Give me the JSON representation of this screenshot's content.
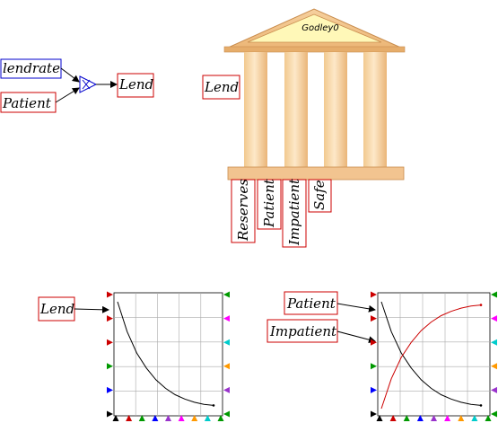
{
  "canvas": {
    "params": [
      {
        "name": "lendrate",
        "border": "#0000cc"
      },
      {
        "name": "Patient",
        "border": "#cc0000"
      }
    ],
    "multiply_op": {
      "symbol": "×"
    },
    "lend_output": "Lend",
    "godley": {
      "title": "Godley0",
      "side_variable": "Lend",
      "columns": [
        "Reserves",
        "Patient",
        "Impatient",
        "Safe"
      ]
    },
    "plot1": {
      "inputs": [
        "Lend"
      ]
    },
    "plot2": {
      "inputs": [
        "Patient",
        "Impatient"
      ]
    }
  },
  "chart_data": [
    {
      "type": "line",
      "title": "",
      "xlabel": "",
      "ylabel": "",
      "grid": true,
      "series": [
        {
          "color": "#000000",
          "x": [
            0,
            0.1,
            0.2,
            0.3,
            0.4,
            0.5,
            0.6,
            0.7,
            0.8,
            0.9,
            1.0
          ],
          "y": [
            1.0,
            0.72,
            0.52,
            0.38,
            0.27,
            0.19,
            0.13,
            0.09,
            0.06,
            0.04,
            0.03
          ]
        }
      ]
    },
    {
      "type": "line",
      "title": "",
      "xlabel": "",
      "ylabel": "",
      "grid": true,
      "series": [
        {
          "color": "#000000",
          "x": [
            0,
            0.1,
            0.2,
            0.3,
            0.4,
            0.5,
            0.6,
            0.7,
            0.8,
            0.9,
            1.0
          ],
          "y": [
            1.0,
            0.72,
            0.52,
            0.38,
            0.27,
            0.19,
            0.13,
            0.09,
            0.06,
            0.04,
            0.03
          ]
        },
        {
          "color": "#cc0000",
          "x": [
            0,
            0.1,
            0.2,
            0.3,
            0.4,
            0.5,
            0.6,
            0.7,
            0.8,
            0.9,
            1.0
          ],
          "y": [
            0.0,
            0.28,
            0.48,
            0.62,
            0.73,
            0.81,
            0.87,
            0.91,
            0.94,
            0.96,
            0.97
          ]
        }
      ]
    }
  ]
}
